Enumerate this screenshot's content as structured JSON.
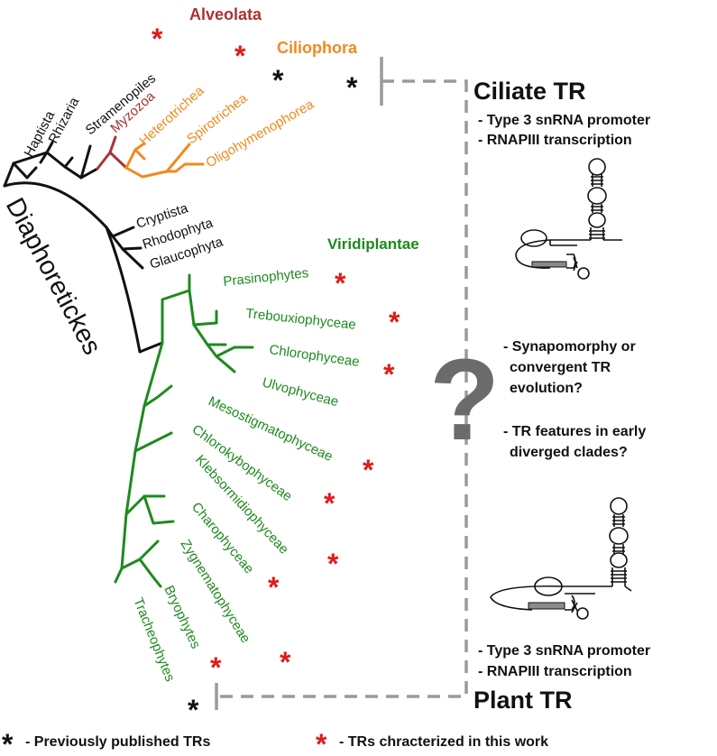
{
  "colors": {
    "black": "#111111",
    "alveolata": "#a83333",
    "ciliophora": "#ef8a1f",
    "viridiplantae": "#1e8a1e",
    "asterisk_red": "#e01b1b",
    "bracket": "#9a9a9a",
    "question": "#6b6b6b"
  },
  "groups": {
    "diaphoretickes": "Diaphoretickes",
    "alveolata": "Alveolata",
    "ciliophora": "Ciliophora",
    "viridiplantae": "Viridiplantae"
  },
  "taxa": {
    "haptista": "Haptista",
    "rhizaria": "Rhizaria",
    "stramenopiles": "Stramenopiles",
    "myzozoa": "Myzozoa",
    "heterotrichea": "Heterotrichea",
    "spirotrichea": "Spirotrichea",
    "oligohymenophorea": "Oligohymenophorea",
    "cryptista": "Cryptista",
    "rhodophyta": "Rhodophyta",
    "glaucophyta": "Glaucophyta",
    "prasinophytes": "Prasinophytes",
    "trebouxiophyceae": "Trebouxiophyceae",
    "chlorophyceae": "Chlorophyceae",
    "ulvophyceae": "Ulvophyceae",
    "mesostigmatophyceae": "Mesostigmatophyceae",
    "chlorokybophyceae": "Chlorokybophyceae",
    "klebsormidiophyceae": "Klebsormidiophyceae",
    "charophyceae": "Charophyceae",
    "zygnematophyceae": "Zygnematophyceae",
    "bryophytes": "Bryophytes",
    "tracheophytes": "Tracheophytes"
  },
  "marker_symbol": "*",
  "ciliate": {
    "title": "Ciliate TR",
    "line1": "- Type 3 snRNA promoter",
    "line2": "- RNAPIII transcription"
  },
  "middle": {
    "question_mark": "?",
    "q1_line1": "- Synapomorphy or",
    "q1_line2": "convergent TR",
    "q1_line3": "evolution?",
    "q2_line1": "- TR features in early",
    "q2_line2": "diverged clades?"
  },
  "plant": {
    "title": "Plant TR",
    "line1": "- Type 3 snRNA promoter",
    "line2": "- RNAPIII transcription"
  },
  "legend": {
    "black_marker": "*",
    "black_text": "- Previously published TRs",
    "red_marker": "*",
    "red_text": "- TRs chracterized in this work"
  }
}
